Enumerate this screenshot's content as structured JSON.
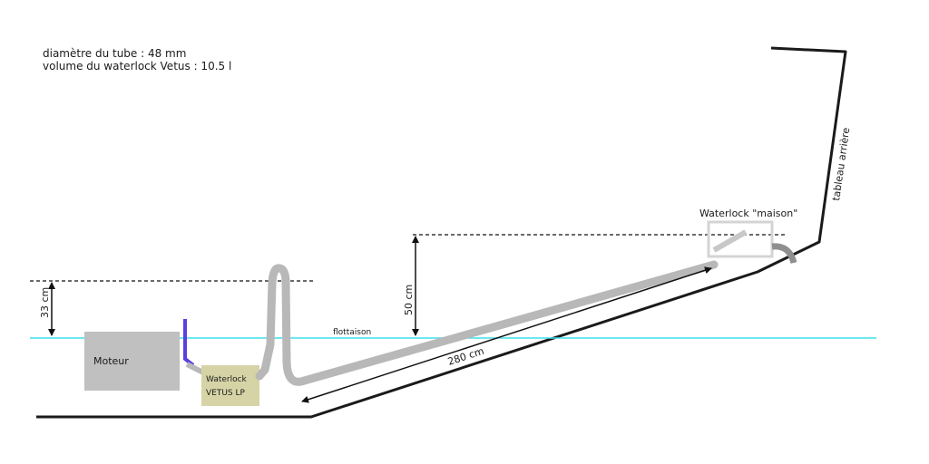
{
  "info": {
    "line1": "diamètre du tube : 48 mm",
    "line2": "volume du waterlock Vetus : 10.5 l"
  },
  "labels": {
    "motor": "Moteur",
    "waterlock_vetus_line1": "Waterlock",
    "waterlock_vetus_line2": "VETUS LP",
    "waterlock_maison": "Waterlock \"maison\"",
    "waterline": "flottaison",
    "transom": "tableau arrière"
  },
  "dimensions": {
    "height_engine": "33 cm",
    "height_waterlock": "50 cm",
    "pipe_length": "280 cm"
  },
  "colors": {
    "waterline": "#3ee0ea",
    "hull": "#1a1a1a",
    "pipe": "#b8b8b8",
    "motor": "#c0c0c0",
    "waterlock_vetus": "#d6d4a6",
    "injection": "#5a3fe0"
  }
}
